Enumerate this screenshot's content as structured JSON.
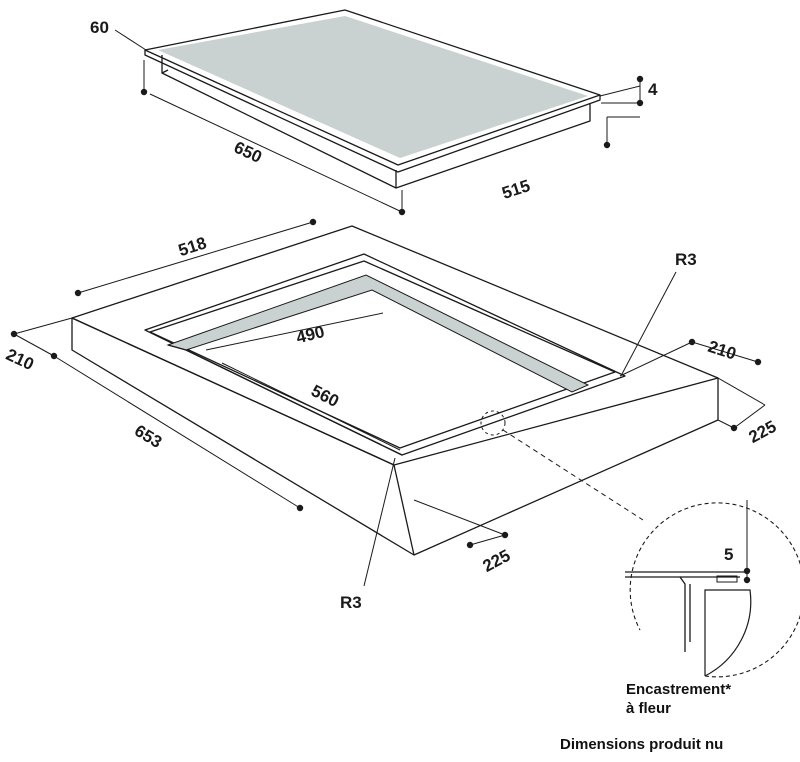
{
  "labels": {
    "hob_thickness": "60",
    "hob_edge": "4",
    "hob_depth": "650",
    "hob_width": "515",
    "cutout_outer_top": "518",
    "cutout_inner_width": "490",
    "cutout_inner_depth": "560",
    "cutout_outer_left": "653",
    "left_margin": "210",
    "right_margin": "210",
    "back_offset": "225",
    "front_offset": "225",
    "radius_right": "R3",
    "radius_left": "R3",
    "detail_gap": "5"
  },
  "captions": {
    "flush_line1": "Encastrement*",
    "flush_line2": "à fleur",
    "note": "Dimensions produit nu"
  },
  "colors": {
    "glass": "#c9d1d1",
    "glass_rim": "#f3f5f5",
    "line": "#1a1a1a",
    "background": "#ffffff"
  }
}
